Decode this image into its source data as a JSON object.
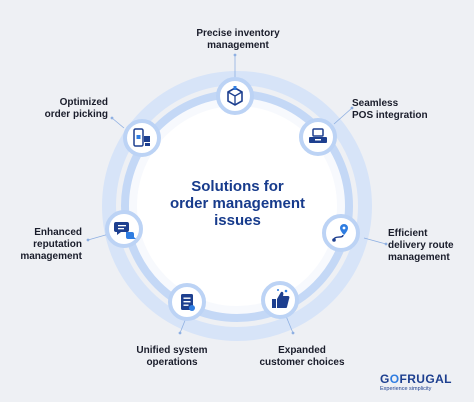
{
  "center": {
    "title": "Solutions for\norder management\nissues"
  },
  "nodes": [
    {
      "label": "Precise inventory\nmanagement",
      "icon": "package-icon"
    },
    {
      "label": "Seamless\nPOS integration",
      "icon": "pos-terminal-icon"
    },
    {
      "label": "Efficient\ndelivery route\nmanagement",
      "icon": "route-pin-icon"
    },
    {
      "label": "Expanded\ncustomer choices",
      "icon": "thumbs-up-icon"
    },
    {
      "label": "Unified system\noperations",
      "icon": "document-list-icon"
    },
    {
      "label": "Enhanced\nreputation\nmanagement",
      "icon": "chat-bubbles-icon"
    },
    {
      "label": "Optimized\norder picking",
      "icon": "mobile-cart-icon"
    }
  ],
  "brand": {
    "name_part1": "G",
    "name_o": "O",
    "name_part2": "FRUGAL",
    "tagline": "Experience simplicity"
  },
  "colors": {
    "primary": "#1d3f8f",
    "accent": "#2f7de1",
    "ring": "#bcd3f5",
    "ring_light": "#dde8fa",
    "background": "#eef0f4"
  }
}
